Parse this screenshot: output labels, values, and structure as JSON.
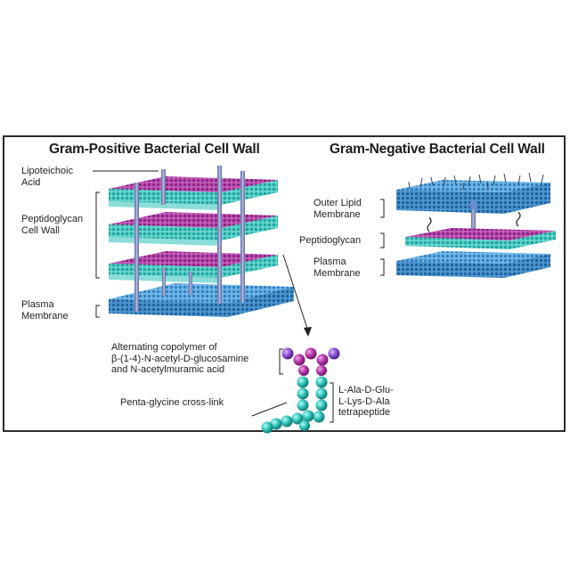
{
  "gram_positive": {
    "title": "Gram-Positive Bacterial Cell Wall",
    "lipoteichoic_line1": "Lipoteichoic",
    "lipoteichoic_line2": "Acid",
    "peptidoglycan_line1": "Peptidoglycan",
    "peptidoglycan_line2": "Cell Wall",
    "plasma_line1": "Plasma",
    "plasma_line2": "Membrane"
  },
  "gram_negative": {
    "title": "Gram-Negative Bacterial Cell Wall",
    "outer_line1": "Outer Lipid",
    "outer_line2": "Membrane",
    "peptidoglycan": "Peptidoglycan",
    "plasma_line1": "Plasma",
    "plasma_line2": "Membrane"
  },
  "detail": {
    "copolymer_line1": "Alternating copolymer of",
    "copolymer_line2": "β-(1-4)-N-acetyl-D-glucosamine",
    "copolymer_line3": "and N-acetylmuramic acid",
    "crosslink": "Penta-glycine cross-link",
    "tetra_line1": "L-Ala-D-Glu-",
    "tetra_line2": "L-Lys-D-Ala",
    "tetra_line3": "tetrapeptide"
  },
  "colors": {
    "membrane": "#5aa8dc",
    "membrane_dark": "#2f7fbf",
    "peptidoglycan_magenta": "#b03aa8",
    "peptidoglycan_cyan": "#3fc6c0",
    "pole": "#7a86b8"
  }
}
